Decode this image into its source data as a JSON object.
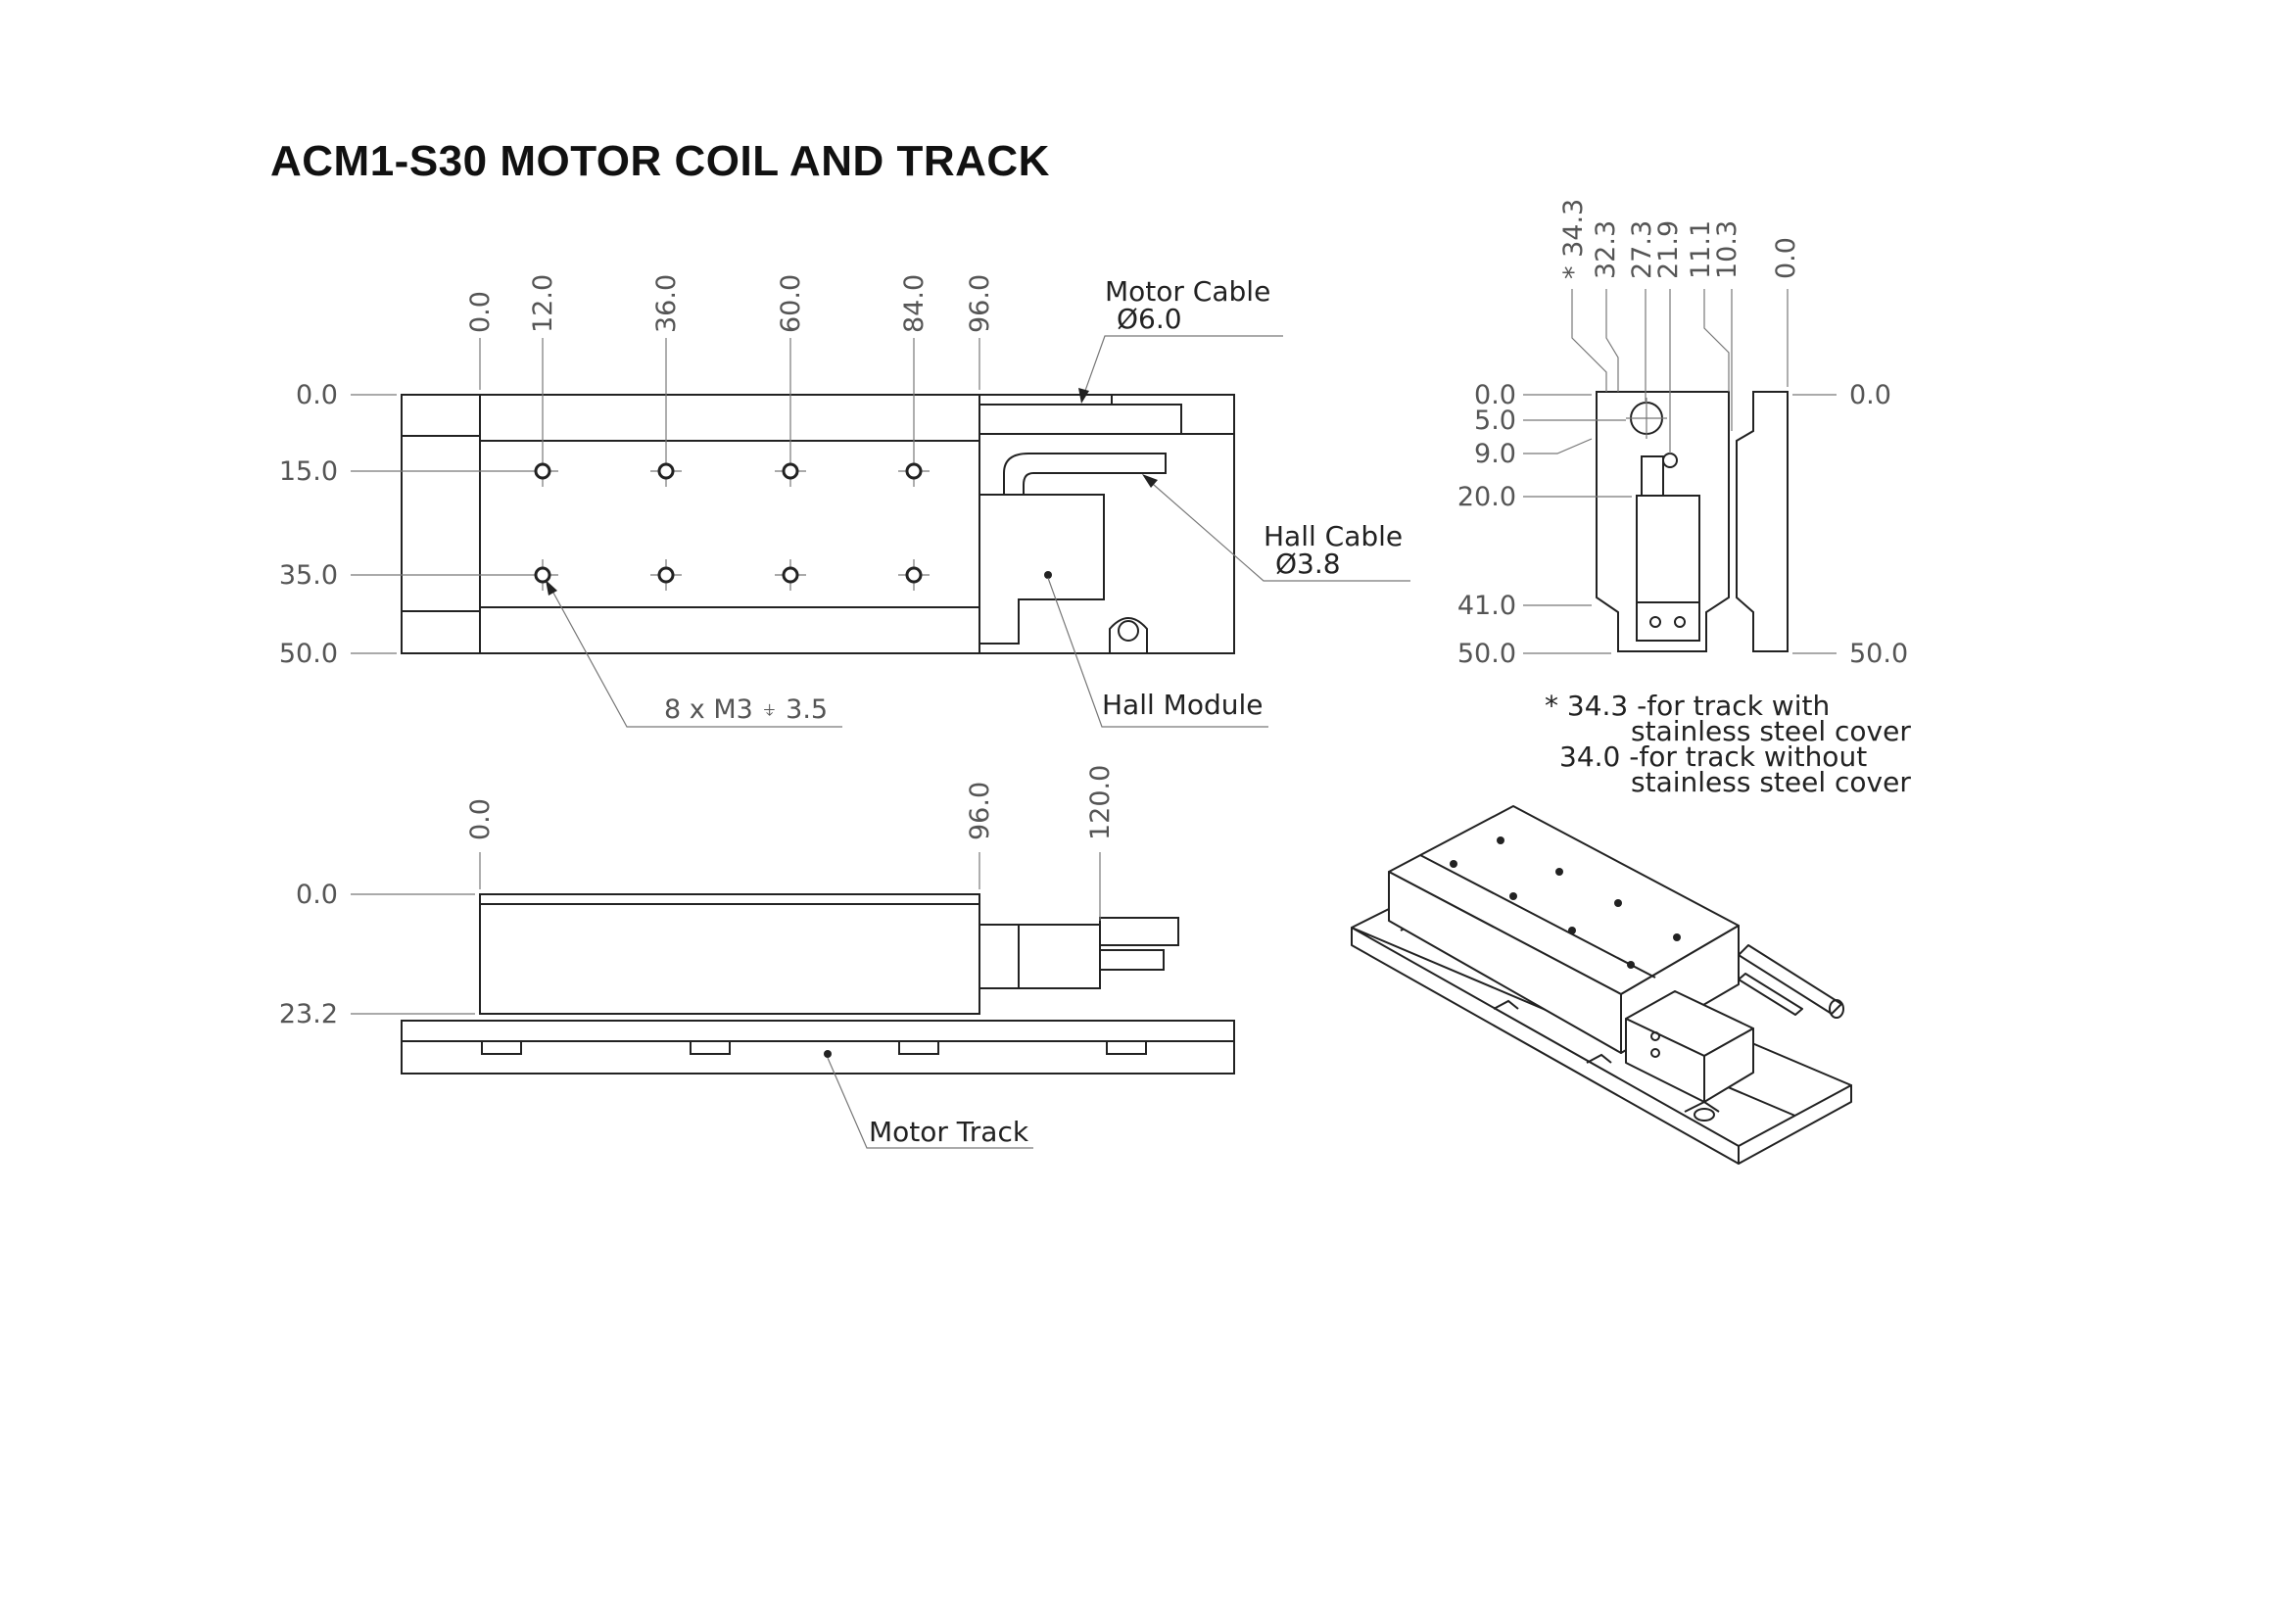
{
  "title": "ACM1-S30 MOTOR COIL AND TRACK",
  "top_view": {
    "x_dims": [
      "0.0",
      "12.0",
      "36.0",
      "60.0",
      "84.0",
      "96.0"
    ],
    "y_dims": [
      "0.0",
      "15.0",
      "35.0",
      "50.0"
    ],
    "motor_cable_label": "Motor Cable",
    "motor_cable_dim": "Ø6.0",
    "hall_cable_label": "Hall Cable",
    "hall_cable_dim": "Ø3.8",
    "hole_callout": "8 x M3 ⍖ 3.5",
    "hall_module_label": "Hall Module"
  },
  "end_view": {
    "top_dims": [
      "* 34.3",
      "32.3",
      "27.3",
      "21.9",
      "11.1",
      "10.3",
      "0.0"
    ],
    "left_dims": [
      "0.0",
      "5.0",
      "9.0",
      "20.0",
      "41.0",
      "50.0"
    ],
    "right_dims": [
      "0.0",
      "50.0"
    ],
    "note_line1": "* 34.3 -for track with",
    "note_line2": "stainless steel cover",
    "note_line3": "34.0 -for track without",
    "note_line4": "stainless steel cover"
  },
  "side_view": {
    "x_dims": [
      "0.0",
      "96.0",
      "120.0"
    ],
    "y_dims": [
      "0.0",
      "23.2"
    ],
    "motor_track_label": "Motor Track"
  }
}
